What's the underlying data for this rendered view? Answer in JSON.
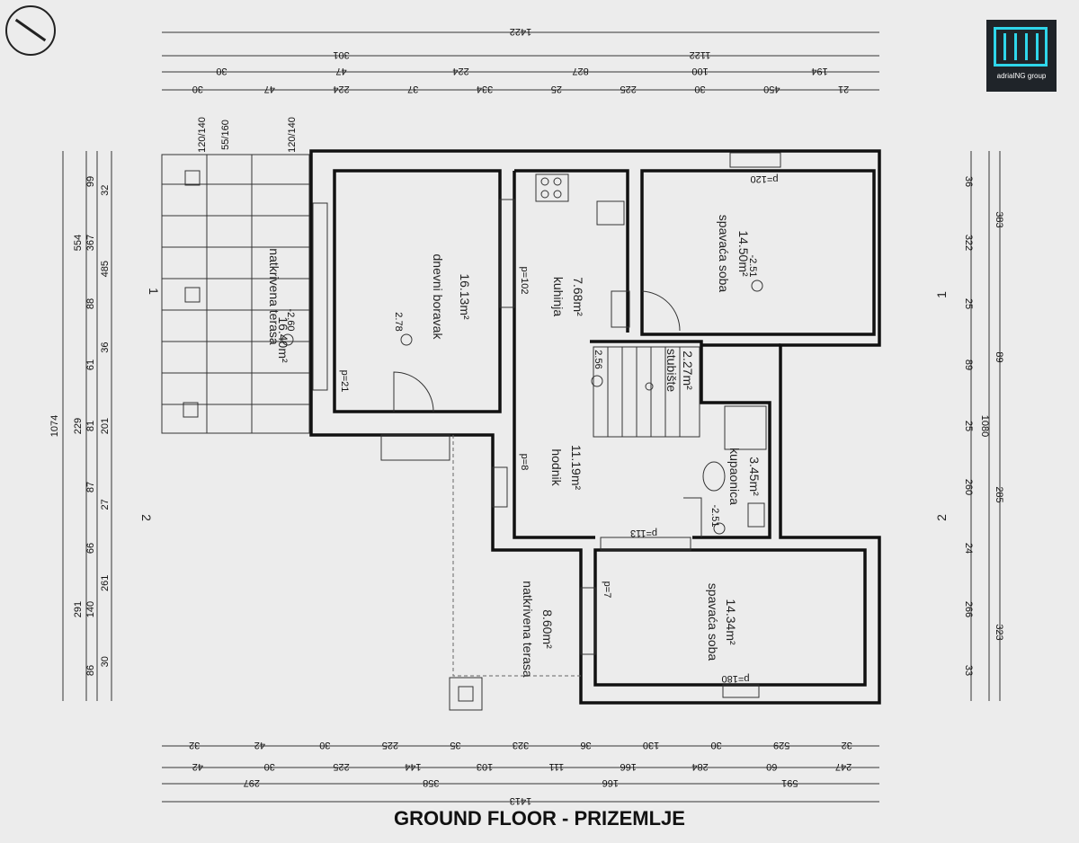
{
  "caption": "GROUND FLOOR - PRIZEMLJE",
  "logo": {
    "text": "adriaING group"
  },
  "rooms": [
    {
      "id": "terrace1",
      "name": "natkrivena terasa",
      "area": "16.40m²",
      "level": "-2.60"
    },
    {
      "id": "living",
      "name": "dnevni boravak",
      "area": "16.13m²",
      "level": "2.78"
    },
    {
      "id": "kitchen",
      "name": "kuhinja",
      "area": "7.68m²"
    },
    {
      "id": "bedroom1",
      "name": "spavaća soba",
      "area": "14.50m²",
      "level": "-2.51"
    },
    {
      "id": "stairs",
      "name": "stubište",
      "area": "2.27m²",
      "level": "2.56"
    },
    {
      "id": "hall",
      "name": "hodnik",
      "area": "11.19m²"
    },
    {
      "id": "bath",
      "name": "kupaonica",
      "area": "3.45m²",
      "level": "-2.51"
    },
    {
      "id": "terrace2",
      "name": "natkrivena terasa",
      "area": "8.60m²"
    },
    {
      "id": "bedroom2",
      "name": "spavaća soba",
      "area": "14.34m²"
    }
  ],
  "openings": [
    "p=21",
    "p=102",
    "p=120",
    "p=8",
    "p=113",
    "p=7",
    "p=180",
    "120/140",
    "55/160",
    "120/140"
  ],
  "section_marks": [
    "1",
    "1",
    "2",
    "2"
  ],
  "dimensions": {
    "top1": [
      "1422"
    ],
    "top2": [
      "301",
      "1122"
    ],
    "top3": [
      "30",
      "47",
      "224",
      "827",
      "100",
      "194"
    ],
    "top4": [
      "30",
      "47",
      "224",
      "37",
      "334",
      "25",
      "225",
      "30",
      "450",
      "21"
    ],
    "left1": [
      "1074"
    ],
    "left2": [
      "554",
      "229",
      "291"
    ],
    "left3": [
      "99",
      "367",
      "88",
      "61",
      "81",
      "87",
      "66",
      "140",
      "86"
    ],
    "left4": [
      "32",
      "485",
      "36",
      "201",
      "27",
      "261",
      "30"
    ],
    "right1": [
      "1080"
    ],
    "right2": [
      "383",
      "89",
      "285",
      "323"
    ],
    "right3": [
      "36",
      "322",
      "25",
      "89",
      "25",
      "260",
      "24",
      "266",
      "33"
    ],
    "bottom1": [
      "32",
      "42",
      "30",
      "225",
      "35",
      "323",
      "36",
      "130",
      "30",
      "529",
      "32"
    ],
    "bottom2": [
      "42",
      "30",
      "225",
      "144",
      "103",
      "111",
      "166",
      "284",
      "60",
      "247"
    ],
    "bottom3": [
      "297",
      "358",
      "166",
      "591"
    ],
    "bottom4": [
      "1413"
    ]
  }
}
